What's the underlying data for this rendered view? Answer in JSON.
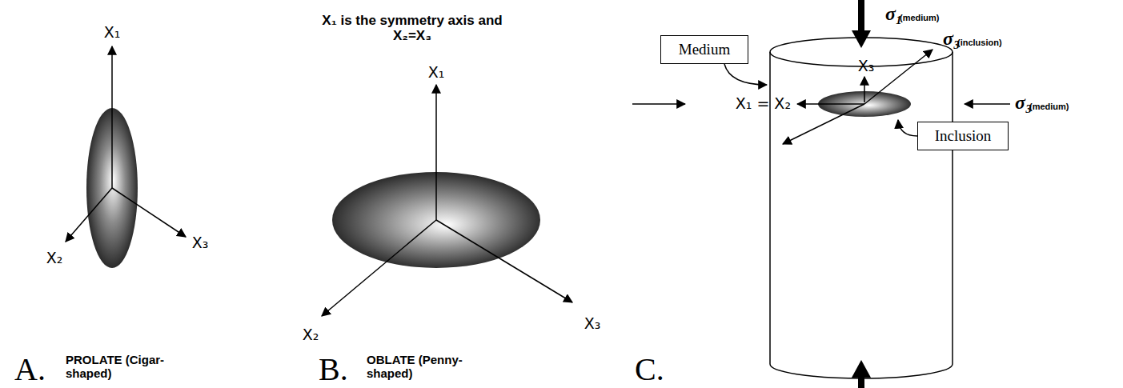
{
  "diagram": {
    "nodes": [
      {
        "text": [
          "Medium"
        ]
      },
      {
        "text": [
          "Inclusion"
        ]
      }
    ],
    "labels": [
      "X₁",
      "X₂",
      "X₃",
      "A.",
      "PROLATE (Cigar-shaped)",
      "X₁ is the symmetry axis and X₂=X₃",
      "X₁",
      "X₂",
      "X₃",
      "B.",
      "OBLATE (Penny-shaped)",
      "σ₁",
      "(medium)",
      "X₃",
      "σ₃",
      "(inclusion)",
      "X₁ = X₂",
      "σ₃",
      "(medium)",
      "C."
    ]
  }
}
